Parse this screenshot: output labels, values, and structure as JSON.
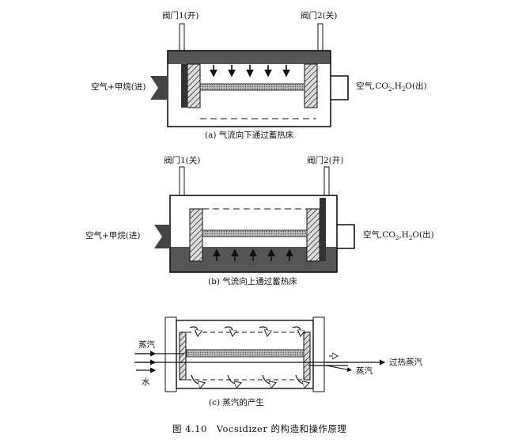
{
  "panel_a": {
    "valve1": "阀门1(开)",
    "valve2": "阀门2(关)",
    "inlet": "空气+甲烷(进)",
    "outlet_pre": "空气,CO",
    "outlet_mid": ",H",
    "outlet_post": "O(出)",
    "sub": "2",
    "caption": "(a) 气流向下通过蓄热床"
  },
  "panel_b": {
    "valve1": "阀门1(关)",
    "valve2": "阀门2(开)",
    "inlet": "空气+甲烷(进)",
    "outlet_pre": "空气,CO",
    "outlet_mid": ",H",
    "outlet_post": "O(出)",
    "sub": "2",
    "caption": "(b) 气流向上通过蓄热床"
  },
  "panel_c": {
    "steam_in": "蒸汽",
    "water_in": "水",
    "steam_out": "蒸汽",
    "superheated": "过热蒸汽",
    "caption": "(c) 蒸汽的产生"
  },
  "figure_caption": "图 4.10　Vocsidizer 的构造和操作原理"
}
